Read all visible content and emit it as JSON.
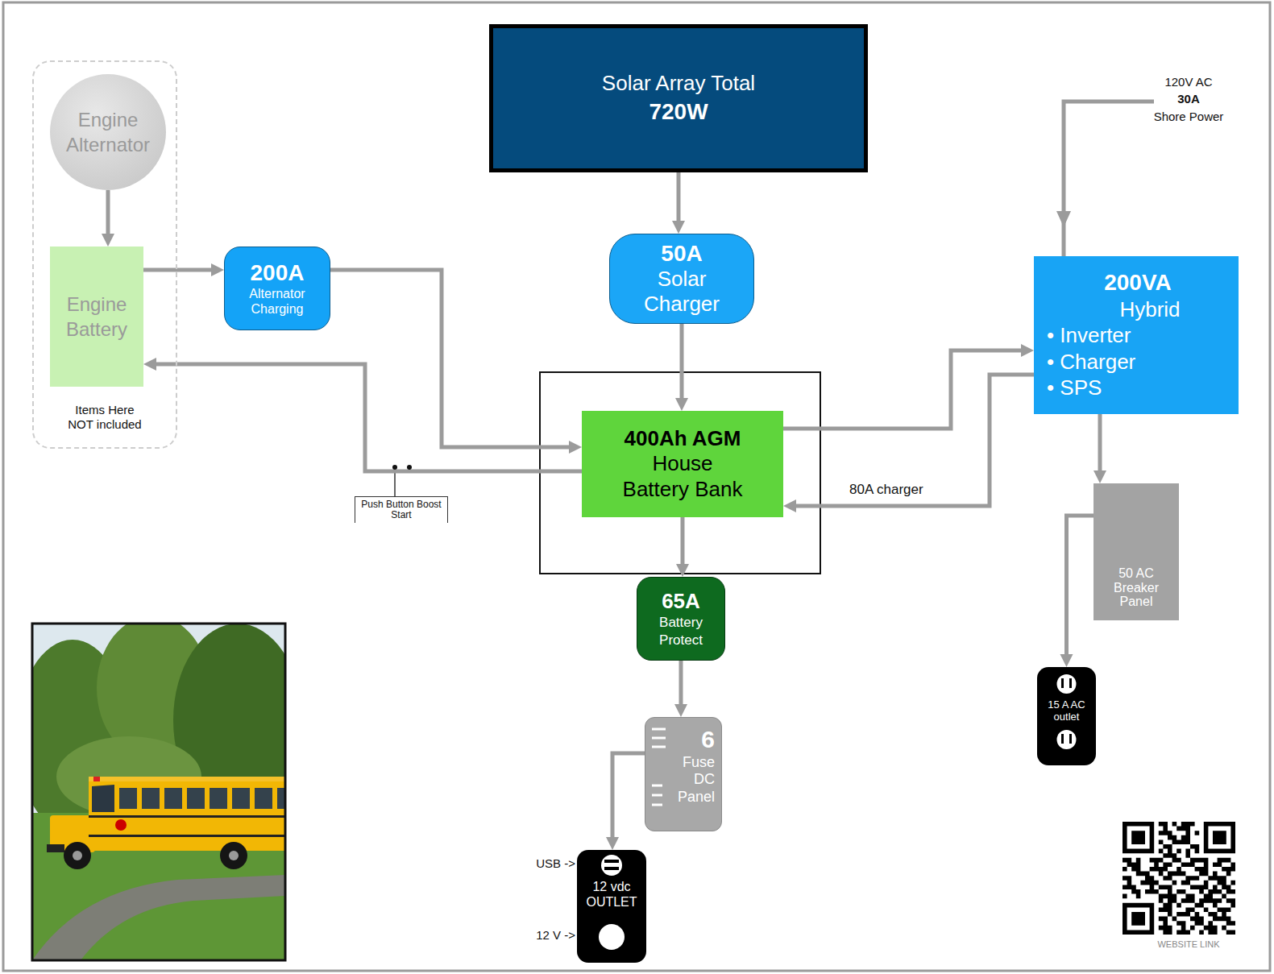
{
  "diagram": {
    "nodes": [
      {
        "text": [
          "Items Here NOT included"
        ]
      },
      {
        "text": [
          "Engine Alternator"
        ],
        "in": 0
      },
      {
        "text": [
          "Engine Battery"
        ],
        "in": 0
      },
      {
        "text": [
          "Solar Array Total",
          "720W"
        ]
      },
      {
        "text": [
          "200A",
          "Alternator Charging"
        ]
      },
      {
        "text": [
          "50A",
          "Solar Charger"
        ]
      },
      {
        "text": [
          "200VA",
          "Hybrid",
          "• Inverter",
          "• Charger",
          "• SPS"
        ]
      },
      {
        "text": [
          "400Ah AGM",
          "House Battery Bank"
        ]
      },
      {
        "text": [
          "65A",
          "Battery Protect"
        ]
      },
      {
        "text": [
          "6",
          "Fuse DC Panel"
        ]
      },
      {
        "text": [
          "50 AC Breaker Panel"
        ]
      },
      {
        "text": [
          "15 A AC outlet"
        ]
      },
      {
        "text": [
          "12 vdc OUTLET"
        ]
      }
    ],
    "edges": [
      {
        "from": 1,
        "to": 2,
        "arrow": "to"
      },
      {
        "from": 2,
        "to": 4,
        "arrow": "to"
      },
      {
        "from": 4,
        "to": 7,
        "arrow": "to"
      },
      {
        "from": 7,
        "to": 2,
        "arrow": "to"
      },
      {
        "from": 3,
        "to": 5,
        "arrow": "to"
      },
      {
        "from": 5,
        "to": 7,
        "arrow": "to"
      },
      {
        "from": 7,
        "to": 6,
        "arrow": "to"
      },
      {
        "from": 6,
        "to": 7,
        "label": "80A charger",
        "arrow": "to"
      },
      {
        "from": 7,
        "to": 8,
        "arrow": "to"
      },
      {
        "from": 8,
        "to": 9,
        "arrow": "to"
      },
      {
        "from": 9,
        "to": 12,
        "arrow": "to"
      },
      {
        "from": 6,
        "to": 10,
        "arrow": "to"
      },
      {
        "from": 10,
        "to": 11,
        "arrow": "to"
      }
    ],
    "labels": [
      "120V AC",
      "30A",
      "Shore Power",
      "Push Button Boost Start",
      "USB ->",
      "12 V ->",
      "WEBSITE LINK"
    ]
  }
}
